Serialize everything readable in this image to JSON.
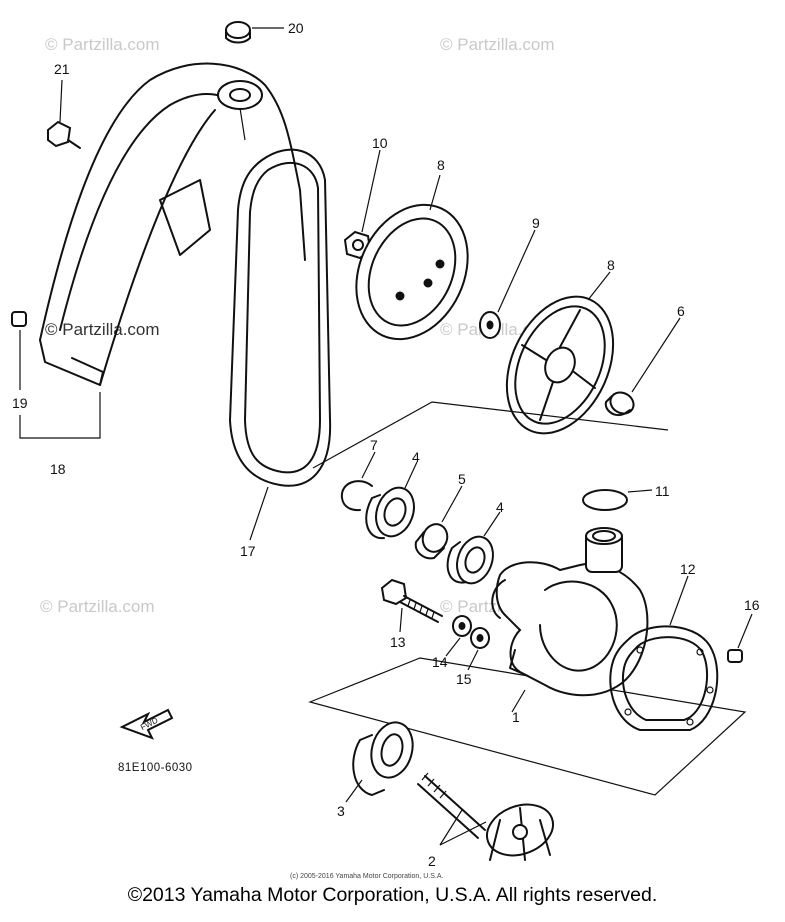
{
  "diagram": {
    "callouts": [
      {
        "id": "1",
        "text": "1"
      },
      {
        "id": "2",
        "text": "2"
      },
      {
        "id": "3",
        "text": "3"
      },
      {
        "id": "4a",
        "text": "4"
      },
      {
        "id": "4b",
        "text": "4"
      },
      {
        "id": "5",
        "text": "5"
      },
      {
        "id": "6",
        "text": "6"
      },
      {
        "id": "7",
        "text": "7"
      },
      {
        "id": "8a",
        "text": "8"
      },
      {
        "id": "8b",
        "text": "8"
      },
      {
        "id": "9",
        "text": "9"
      },
      {
        "id": "10",
        "text": "10"
      },
      {
        "id": "11",
        "text": "11"
      },
      {
        "id": "12",
        "text": "12"
      },
      {
        "id": "13",
        "text": "13"
      },
      {
        "id": "14",
        "text": "14"
      },
      {
        "id": "15",
        "text": "15"
      },
      {
        "id": "16",
        "text": "16"
      },
      {
        "id": "17",
        "text": "17"
      },
      {
        "id": "18",
        "text": "18"
      },
      {
        "id": "19",
        "text": "19"
      },
      {
        "id": "20",
        "text": "20"
      },
      {
        "id": "21",
        "text": "21"
      }
    ],
    "diagram_code": "81E100-6030",
    "fwd_label": "FWD",
    "watermark": "© Partzilla.com",
    "small_copyright": "(c) 2005-2016 Yamaha Motor Corporation, U.S.A."
  },
  "footer": {
    "copyright": "©2013 Yamaha Motor Corporation, U.S.A. All rights reserved."
  }
}
